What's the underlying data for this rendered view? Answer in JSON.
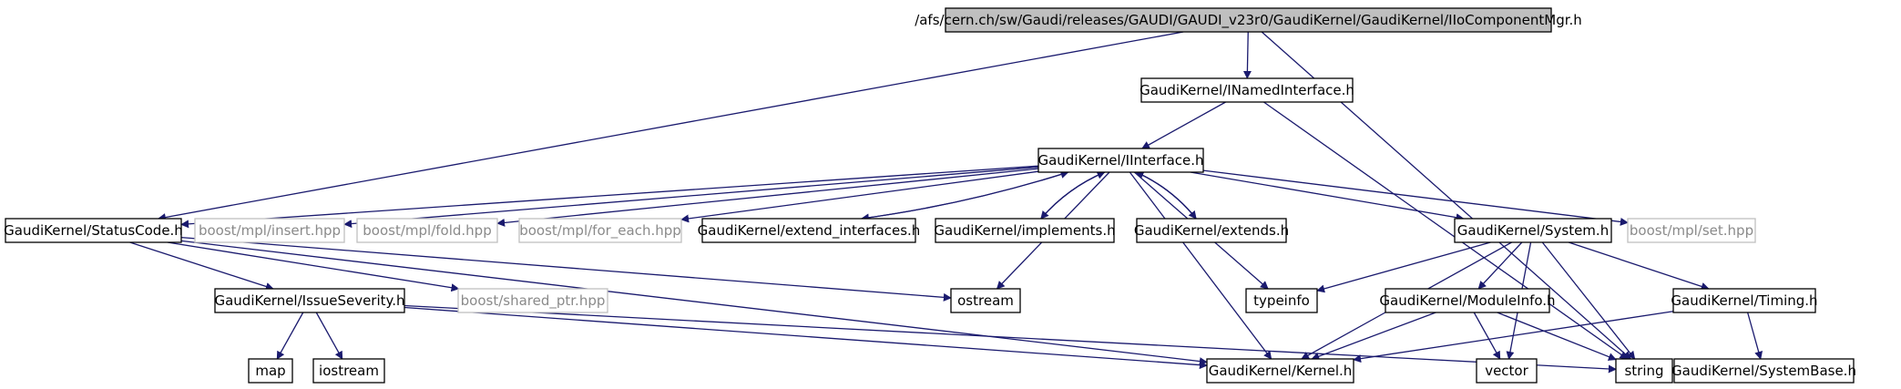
{
  "nodes": [
    {
      "id": "root",
      "label": "/afs/cern.ch/sw/Gaudi/releases/GAUDI/GAUDI_v23r0/GaudiKernel/GaudiKernel/IIoComponentMgr.h",
      "style": "root"
    },
    {
      "id": "inamed",
      "label": "GaudiKernel/INamedInterface.h",
      "style": "normal"
    },
    {
      "id": "iinterface",
      "label": "GaudiKernel/IInterface.h",
      "style": "normal"
    },
    {
      "id": "statuscode",
      "label": "GaudiKernel/StatusCode.h",
      "style": "normal"
    },
    {
      "id": "insert",
      "label": "boost/mpl/insert.hpp",
      "style": "external"
    },
    {
      "id": "fold",
      "label": "boost/mpl/fold.hpp",
      "style": "external"
    },
    {
      "id": "foreach",
      "label": "boost/mpl/for_each.hpp",
      "style": "external"
    },
    {
      "id": "extendif",
      "label": "GaudiKernel/extend_interfaces.h",
      "style": "normal"
    },
    {
      "id": "implements",
      "label": "GaudiKernel/implements.h",
      "style": "normal"
    },
    {
      "id": "extends",
      "label": "GaudiKernel/extends.h",
      "style": "normal"
    },
    {
      "id": "system",
      "label": "GaudiKernel/System.h",
      "style": "normal"
    },
    {
      "id": "mplset",
      "label": "boost/mpl/set.hpp",
      "style": "external"
    },
    {
      "id": "issue",
      "label": "GaudiKernel/IssueSeverity.h",
      "style": "normal"
    },
    {
      "id": "sharedptr",
      "label": "boost/shared_ptr.hpp",
      "style": "external"
    },
    {
      "id": "ostream",
      "label": "ostream",
      "style": "normal"
    },
    {
      "id": "typeinfo",
      "label": "typeinfo",
      "style": "normal"
    },
    {
      "id": "moduleinfo",
      "label": "GaudiKernel/ModuleInfo.h",
      "style": "normal"
    },
    {
      "id": "timing",
      "label": "GaudiKernel/Timing.h",
      "style": "normal"
    },
    {
      "id": "map",
      "label": "map",
      "style": "normal"
    },
    {
      "id": "iostream",
      "label": "iostream",
      "style": "normal"
    },
    {
      "id": "kernel",
      "label": "GaudiKernel/Kernel.h",
      "style": "normal"
    },
    {
      "id": "vector",
      "label": "vector",
      "style": "normal"
    },
    {
      "id": "string",
      "label": "string",
      "style": "normal"
    },
    {
      "id": "sysbase",
      "label": "GaudiKernel/SystemBase.h",
      "style": "normal"
    }
  ],
  "edges": [
    [
      "root",
      "inamed"
    ],
    [
      "root",
      "statuscode"
    ],
    [
      "root",
      "string"
    ],
    [
      "inamed",
      "iinterface"
    ],
    [
      "inamed",
      "string"
    ],
    [
      "iinterface",
      "statuscode"
    ],
    [
      "iinterface",
      "insert"
    ],
    [
      "iinterface",
      "fold"
    ],
    [
      "iinterface",
      "foreach"
    ],
    [
      "iinterface",
      "extendif"
    ],
    [
      "iinterface",
      "implements"
    ],
    [
      "iinterface",
      "extends"
    ],
    [
      "iinterface",
      "system"
    ],
    [
      "iinterface",
      "mplset"
    ],
    [
      "iinterface",
      "ostream"
    ],
    [
      "iinterface",
      "typeinfo"
    ],
    [
      "iinterface",
      "kernel"
    ],
    [
      "extendif",
      "iinterface"
    ],
    [
      "implements",
      "iinterface"
    ],
    [
      "extends",
      "iinterface"
    ],
    [
      "statuscode",
      "issue"
    ],
    [
      "statuscode",
      "sharedptr"
    ],
    [
      "statuscode",
      "ostream"
    ],
    [
      "statuscode",
      "kernel"
    ],
    [
      "issue",
      "map"
    ],
    [
      "issue",
      "iostream"
    ],
    [
      "issue",
      "kernel"
    ],
    [
      "issue",
      "string"
    ],
    [
      "system",
      "typeinfo"
    ],
    [
      "system",
      "kernel"
    ],
    [
      "system",
      "moduleinfo"
    ],
    [
      "system",
      "vector"
    ],
    [
      "system",
      "string"
    ],
    [
      "system",
      "timing"
    ],
    [
      "moduleinfo",
      "kernel"
    ],
    [
      "moduleinfo",
      "vector"
    ],
    [
      "moduleinfo",
      "string"
    ],
    [
      "timing",
      "kernel"
    ],
    [
      "timing",
      "sysbase"
    ]
  ],
  "colors": {
    "root_fill": "#bfbfbf",
    "node_border": "#000000",
    "external_border": "#bfbfbf",
    "edge": "#1a1a6e"
  }
}
